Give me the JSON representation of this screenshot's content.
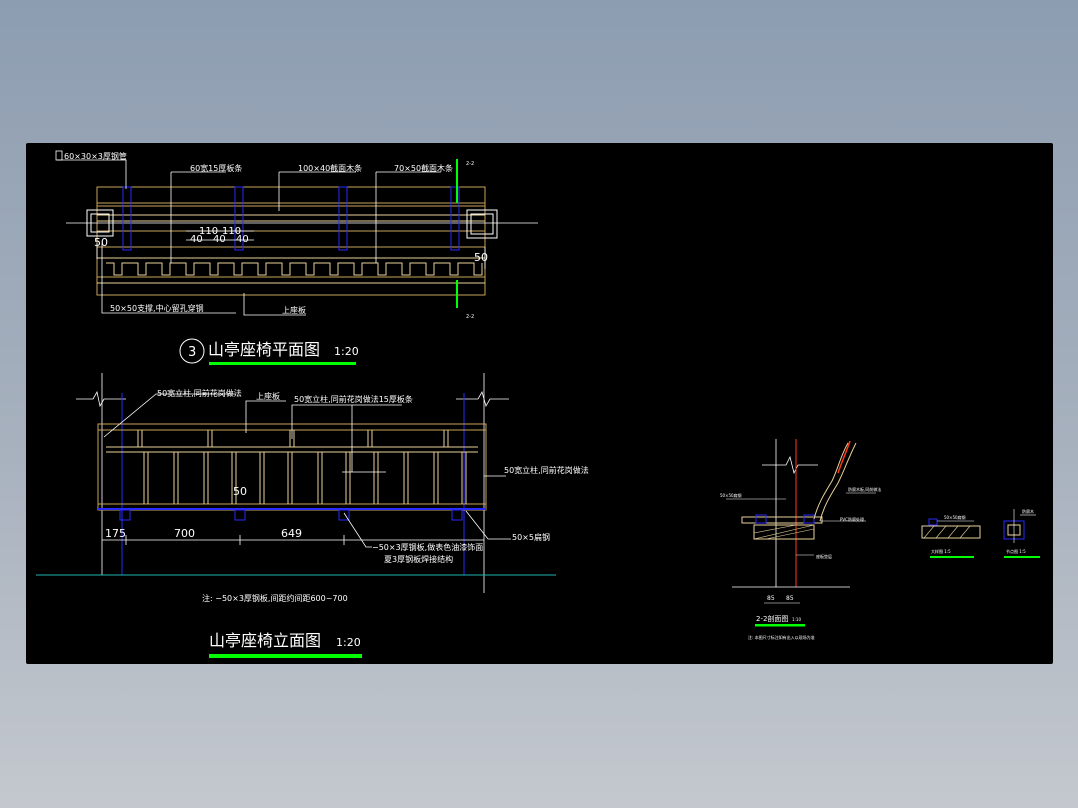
{
  "colors": {
    "background": "#8d9db1",
    "canvas": "#000000",
    "frame": "#c8a35a",
    "slat": "#e8d09a",
    "post": "#2a2aff",
    "leader": "#ffffff",
    "dim": "#ffffff",
    "ground": "#1fb5b5",
    "underline": "#00ff00",
    "section": "#ff3a1a"
  },
  "plan": {
    "title": "山亭座椅平面图",
    "scale": "1:20",
    "marker": "3",
    "note_pipe": "60×30×3厚钢管",
    "note_slat": "60宽15厚板条",
    "note_wood": "100×40截面木条",
    "note_wood2": "70×50截面木条",
    "note_support": "50×50支撑,中心留孔穿钢",
    "note_top": "上座板",
    "dim_50_left": "50",
    "dim_50_right": "50",
    "dim_110a": "110",
    "dim_110b": "110",
    "dim_40a": "40",
    "dim_40b": "40",
    "dim_40c": "40"
  },
  "elevation": {
    "title": "山亭座椅立面图",
    "scale": "1:20",
    "note_post": "50宽立柱,同前花岗做法",
    "note_top": "上座板",
    "note_slat": "50宽立柱,同前花岗做法15厚板条",
    "note_right": "50宽立柱,同前花岗做法",
    "note_steel": "50×5扁钢",
    "note_plate": "−50×3厚钢板,做表色油漆饰面",
    "note_plate2": "夏3厚钢板焊接结构",
    "dim_175": "175",
    "dim_700": "700",
    "dim_649": "649",
    "dim_50": "50",
    "footnote": "注: −50×3厚钢板,间距约间距600~700"
  },
  "section": {
    "title": "2-2剖面图",
    "scale": "1:10",
    "dim_a": "85",
    "dim_b": "85",
    "note_a": "50×50扁钢",
    "note_b": "防腐木板,同前做法",
    "note_c": "PVC防腐处理",
    "note_d": "座板垫层",
    "footnote": "注: 本图尺寸标注如有出入以现场为准"
  },
  "details": {
    "left_title": "大样图 1:5",
    "right_title": "节点图 1:5",
    "note_a": "50×50扁钢",
    "note_b": "防腐木"
  }
}
